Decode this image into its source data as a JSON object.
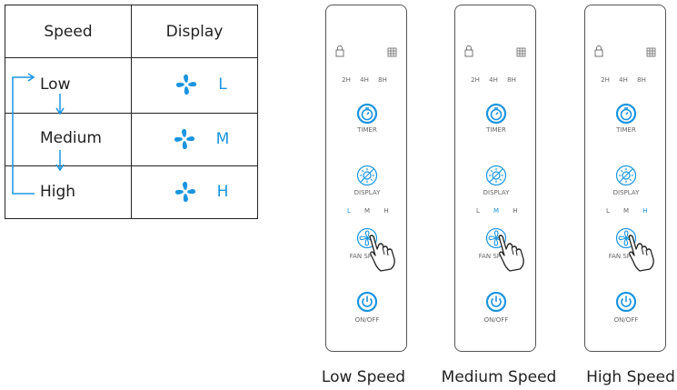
{
  "table": {
    "header_speed": "Speed",
    "header_display": "Display",
    "rows": [
      {
        "speed": "Low",
        "display": "L"
      },
      {
        "speed": "Medium",
        "display": "M"
      },
      {
        "speed": "High",
        "display": "H"
      }
    ]
  },
  "panel_labels": {
    "timer_options": [
      "2H",
      "4H",
      "8H"
    ],
    "timer": "TIMER",
    "display": "DISPLAY",
    "speeds": [
      "L",
      "M",
      "H"
    ],
    "fan_speed": "FAN SPEED",
    "onoff": "ON/OFF"
  },
  "panels": [
    {
      "caption": "Low Speed",
      "active_speed": "L"
    },
    {
      "caption": "Medium Speed",
      "active_speed": "M"
    },
    {
      "caption": "High Speed",
      "active_speed": "H"
    }
  ],
  "colors": {
    "accent": "#1a95e0",
    "inactive": "#666666"
  }
}
